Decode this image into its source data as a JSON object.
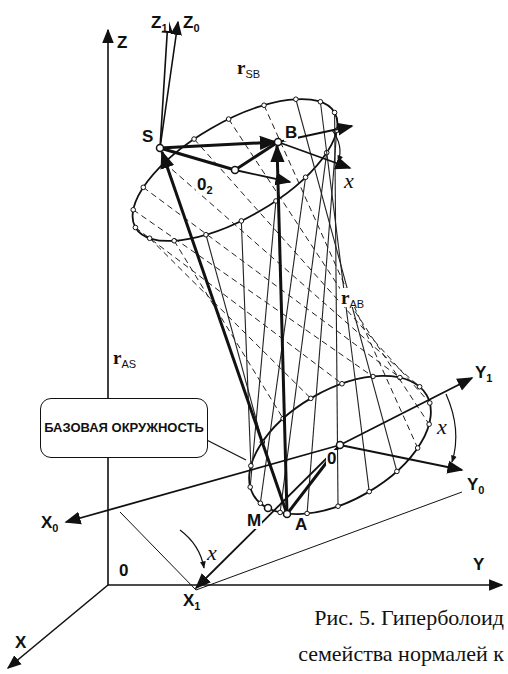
{
  "diagram": {
    "caption": "Рис. 5. Гиперболоид семейства нормалей к",
    "nodes": [
      {
        "text": [
          "БАЗОВАЯ ОКРУЖНОСТЬ"
        ]
      }
    ],
    "edges": [],
    "labels": [
      "Z1",
      "Z0",
      "Z",
      "rSB",
      "S",
      "B",
      "02",
      "x",
      "rAB",
      "rAS",
      "Y1",
      "x",
      "Y0",
      "0",
      "M",
      "A",
      "X0",
      "x",
      "0",
      "X1",
      "Y",
      "X"
    ]
  }
}
